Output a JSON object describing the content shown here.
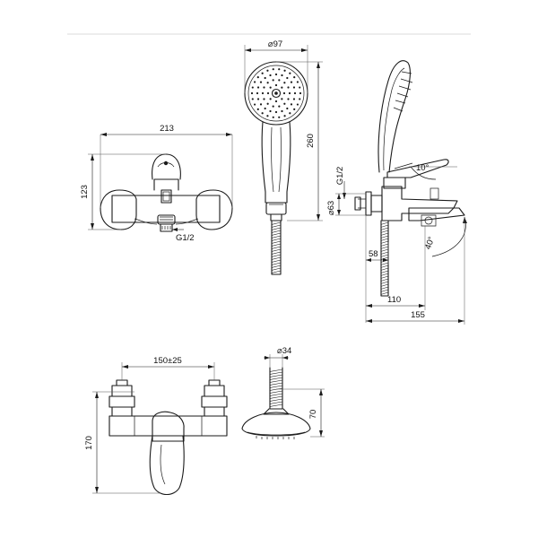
{
  "dimensions": {
    "front_width": "213",
    "front_height": "123",
    "front_connection": "G1/2",
    "head_diameter": "97",
    "hand_shower_length": "260",
    "side_connection": "G1/2",
    "side_diameter": "63",
    "side_58": "58",
    "side_110": "110",
    "side_155": "155",
    "angle_lever": "10°",
    "angle_spout": "40°",
    "top_spacing": "150±25",
    "top_height": "170",
    "head_top_diameter": "34",
    "head_top_height": "70"
  }
}
